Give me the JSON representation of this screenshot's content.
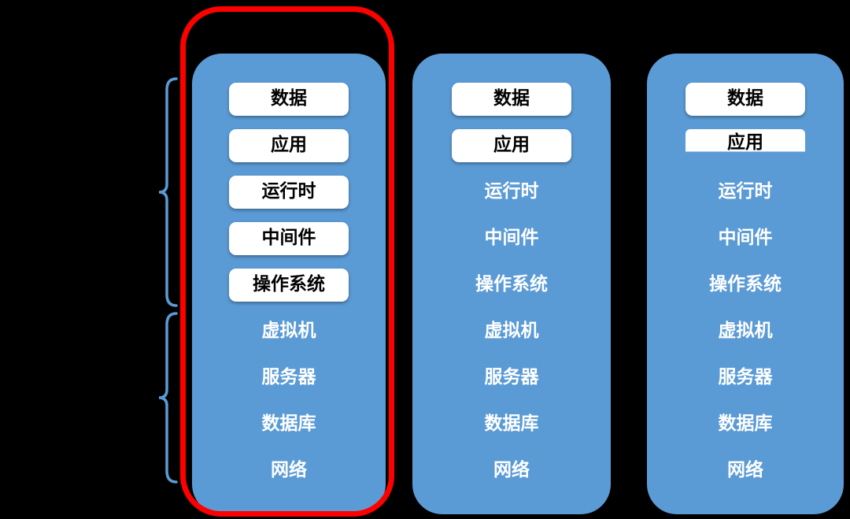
{
  "colors": {
    "background": "#000000",
    "column_blue": "#5B9BD5",
    "highlight_red": "#FF0000",
    "box_fill": "#FFFFFF",
    "box_text": "#000000",
    "layer_text": "#FFFFFF",
    "brace_blue": "#5B9BD5"
  },
  "columns": [
    {
      "items": [
        "数据",
        "应用",
        "运行时",
        "中间件",
        "操作系统",
        "虚拟机",
        "服务器",
        "数据库",
        "网络"
      ]
    },
    {
      "items": [
        "数据",
        "应用",
        "运行时",
        "中间件",
        "操作系统",
        "虚拟机",
        "服务器",
        "数据库",
        "网络"
      ]
    },
    {
      "items": [
        "数据",
        "应用",
        "运行时",
        "中间件",
        "操作系统",
        "虚拟机",
        "服务器",
        "数据库",
        "网络"
      ]
    }
  ]
}
